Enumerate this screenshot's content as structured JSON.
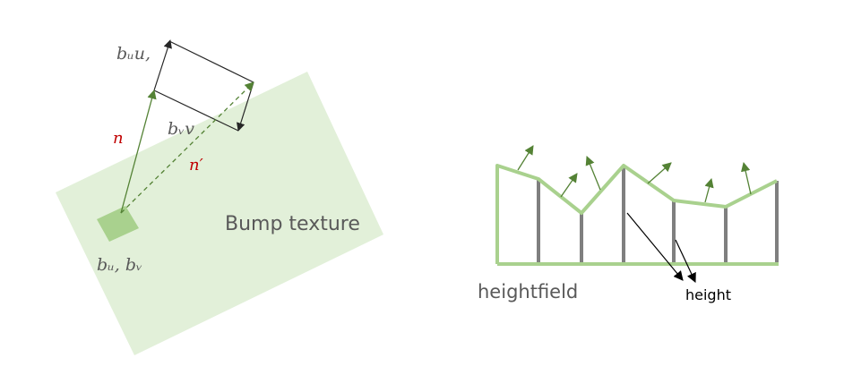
{
  "colors": {
    "texture_fill": "#e2f0d9",
    "patch_fill": "#a9d18e",
    "green": "#548235",
    "heightfield_line": "#a9d18e",
    "height_bars": "#7f7f7f",
    "dark": "#262626",
    "label_gray": "#595959",
    "red": "#c00000"
  },
  "left_panel": {
    "bu_u_label": "bᵤu,",
    "bv_v_label": "bᵥv",
    "n_label": "n",
    "n_prime_label": "n′",
    "texture_label": "Bump texture",
    "bu_bv_label": "bᵤ, bᵥ"
  },
  "right_panel": {
    "heightfield_label": "heightfield",
    "height_label": "height"
  }
}
